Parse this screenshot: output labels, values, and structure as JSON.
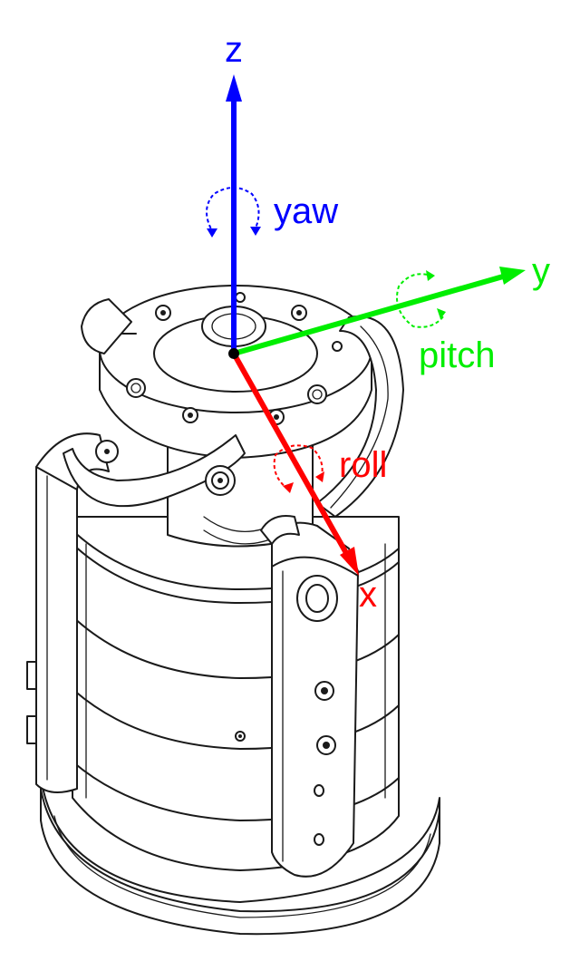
{
  "axes": {
    "z": {
      "label": "z",
      "rotation": "yaw",
      "color": "#0000ff"
    },
    "y": {
      "label": "y",
      "rotation": "pitch",
      "color": "#00ee00"
    },
    "x": {
      "label": "x",
      "rotation": "roll",
      "color": "#ff0000"
    }
  },
  "figure": {
    "subject": "gimbal-mounted cylindrical device"
  }
}
